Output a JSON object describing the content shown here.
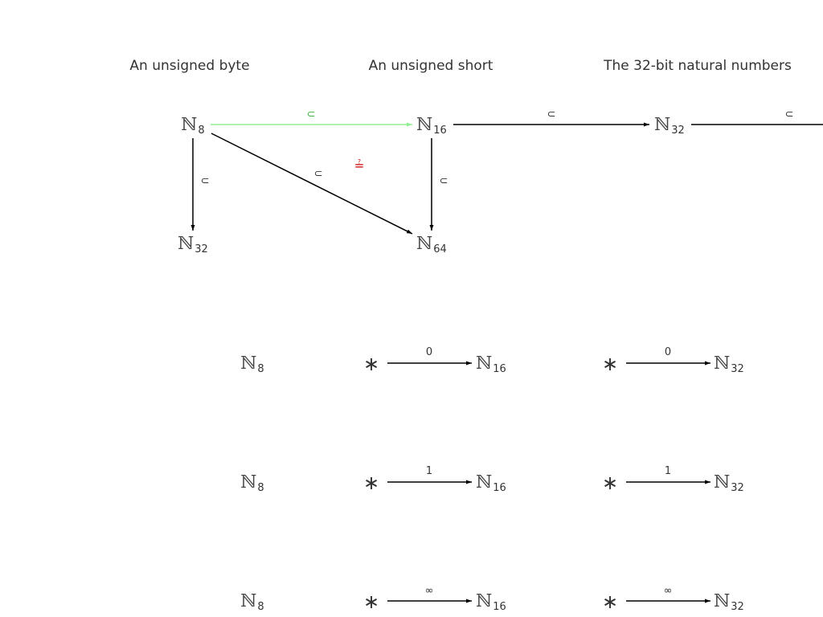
{
  "headings": {
    "byte": "An unsigned byte",
    "short": "An unsigned short",
    "natural32": "The 32-bit natural numbers"
  },
  "nodes": {
    "n8_top": {
      "base": "ℕ",
      "sub": "8"
    },
    "n16_top": {
      "base": "ℕ",
      "sub": "16"
    },
    "n32_top": {
      "base": "ℕ",
      "sub": "32"
    },
    "n32_left": {
      "base": "ℕ",
      "sub": "32"
    },
    "n64": {
      "base": "ℕ",
      "sub": "64"
    },
    "row0": {
      "n8": {
        "base": "ℕ",
        "sub": "8"
      },
      "star1": "∗",
      "n16": {
        "base": "ℕ",
        "sub": "16"
      },
      "star2": "∗",
      "n32": {
        "base": "ℕ",
        "sub": "32"
      }
    },
    "row1": {
      "n8": {
        "base": "ℕ",
        "sub": "8"
      },
      "star1": "∗",
      "n16": {
        "base": "ℕ",
        "sub": "16"
      },
      "star2": "∗",
      "n32": {
        "base": "ℕ",
        "sub": "32"
      }
    },
    "row2": {
      "n8": {
        "base": "ℕ",
        "sub": "8"
      },
      "star1": "∗",
      "n16": {
        "base": "ℕ",
        "sub": "16"
      },
      "star2": "∗",
      "n32": {
        "base": "ℕ",
        "sub": "32"
      }
    }
  },
  "edges": {
    "n8_to_n16": "⊂",
    "n16_to_n32": "⊂",
    "n32_to_next": "⊂",
    "n8_to_n32": "⊂",
    "n8_to_n64": "⊂",
    "n16_to_n64": "⊂",
    "commute": "≟",
    "row0_label": "0",
    "row1_label": "1",
    "row2_label": "∞"
  },
  "colors": {
    "highlight_edge": "#90ee90",
    "highlight_label": "#3cb043",
    "question": "#cc0000",
    "arrow": "#000000"
  }
}
